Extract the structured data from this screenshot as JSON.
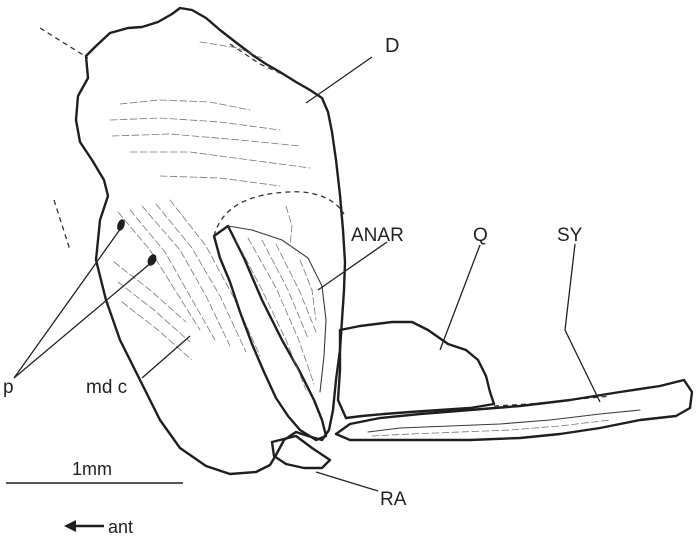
{
  "labels": {
    "dentary": "D",
    "angular_articular": "ANAR",
    "quadrate": "Q",
    "symplectic": "SY",
    "pores": "p",
    "mandibular_canal": "md c",
    "retroarticular": "RA",
    "scale": "1mm",
    "direction": "ant"
  },
  "colors": {
    "ink": "#1f1f1f",
    "background": "#ffffff"
  }
}
